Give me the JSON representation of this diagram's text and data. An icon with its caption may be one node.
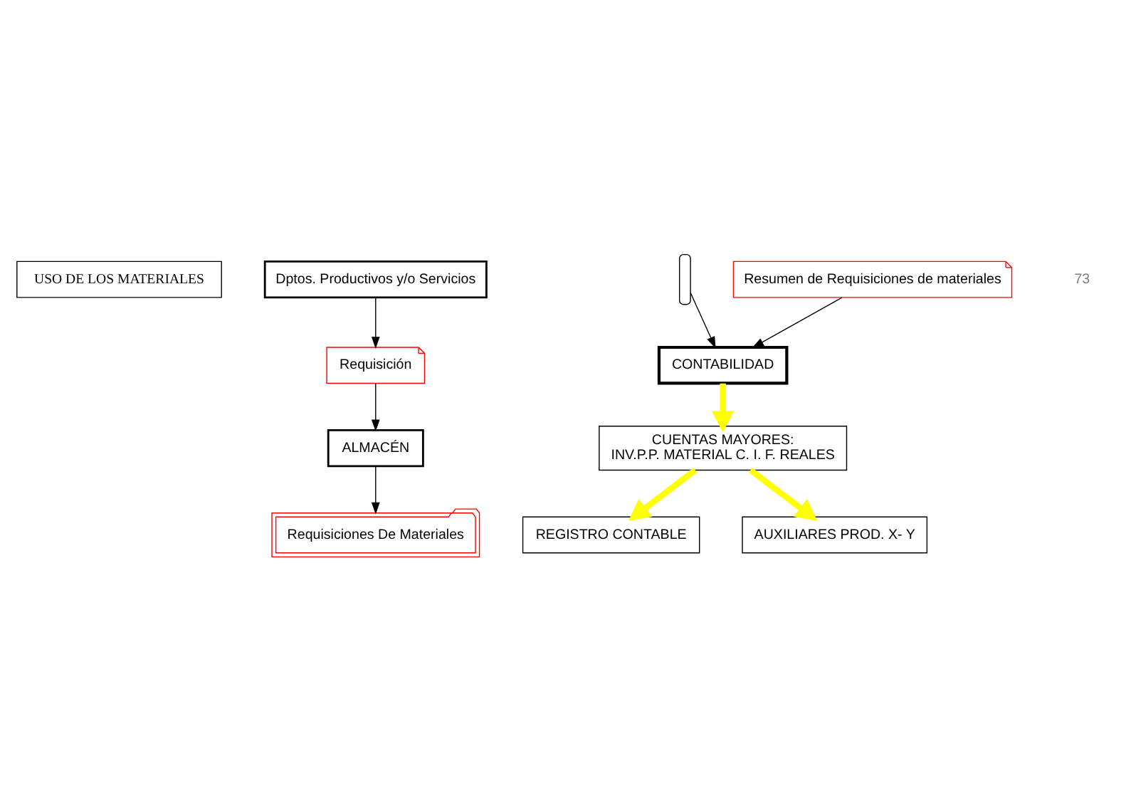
{
  "diagram": {
    "nodes": [
      {
        "text": [
          "USO DE LOS MATERIALES"
        ]
      },
      {
        "text": [
          "Requisición"
        ]
      },
      {
        "text": [
          "Requisiciones De Materiales"
        ]
      },
      {
        "text": [],
        "shape": "brace"
      },
      {
        "text": [
          "Resumen de Requisiciones de materiales"
        ]
      },
      {
        "text": [
          "Dptos. Productivos y/o Servicios"
        ]
      },
      {
        "text": [
          "ALMACÉN"
        ]
      },
      {
        "text": [
          "CONTABILIDAD"
        ]
      },
      {
        "text": [
          "REGISTRO CONTABLE"
        ]
      },
      {
        "text": [
          "AUXILIARES PROD. X- Y"
        ]
      },
      {
        "text": [
          "CUENTAS MAYORES:",
          "INV.P.P. MATERIAL C. I. F. REALES"
        ]
      }
    ],
    "edges": [
      {
        "from": 5,
        "to": 1,
        "arrow": "to"
      },
      {
        "from": 1,
        "to": 6,
        "arrow": "to"
      },
      {
        "from": 6,
        "to": 2,
        "arrow": "to"
      },
      {
        "from": 3,
        "to": 7,
        "arrow": "to"
      },
      {
        "from": 4,
        "to": 7,
        "arrow": "to"
      },
      {
        "from": 7,
        "to": 10,
        "arrow": "to",
        "style": "thick",
        "color": "#ffff00"
      },
      {
        "from": 10,
        "to": 8,
        "arrow": "to",
        "style": "thick",
        "color": "#ffff00"
      },
      {
        "from": 10,
        "to": 9,
        "arrow": "to",
        "style": "thick",
        "color": "#ffff00"
      }
    ],
    "labels": [
      "73"
    ]
  }
}
